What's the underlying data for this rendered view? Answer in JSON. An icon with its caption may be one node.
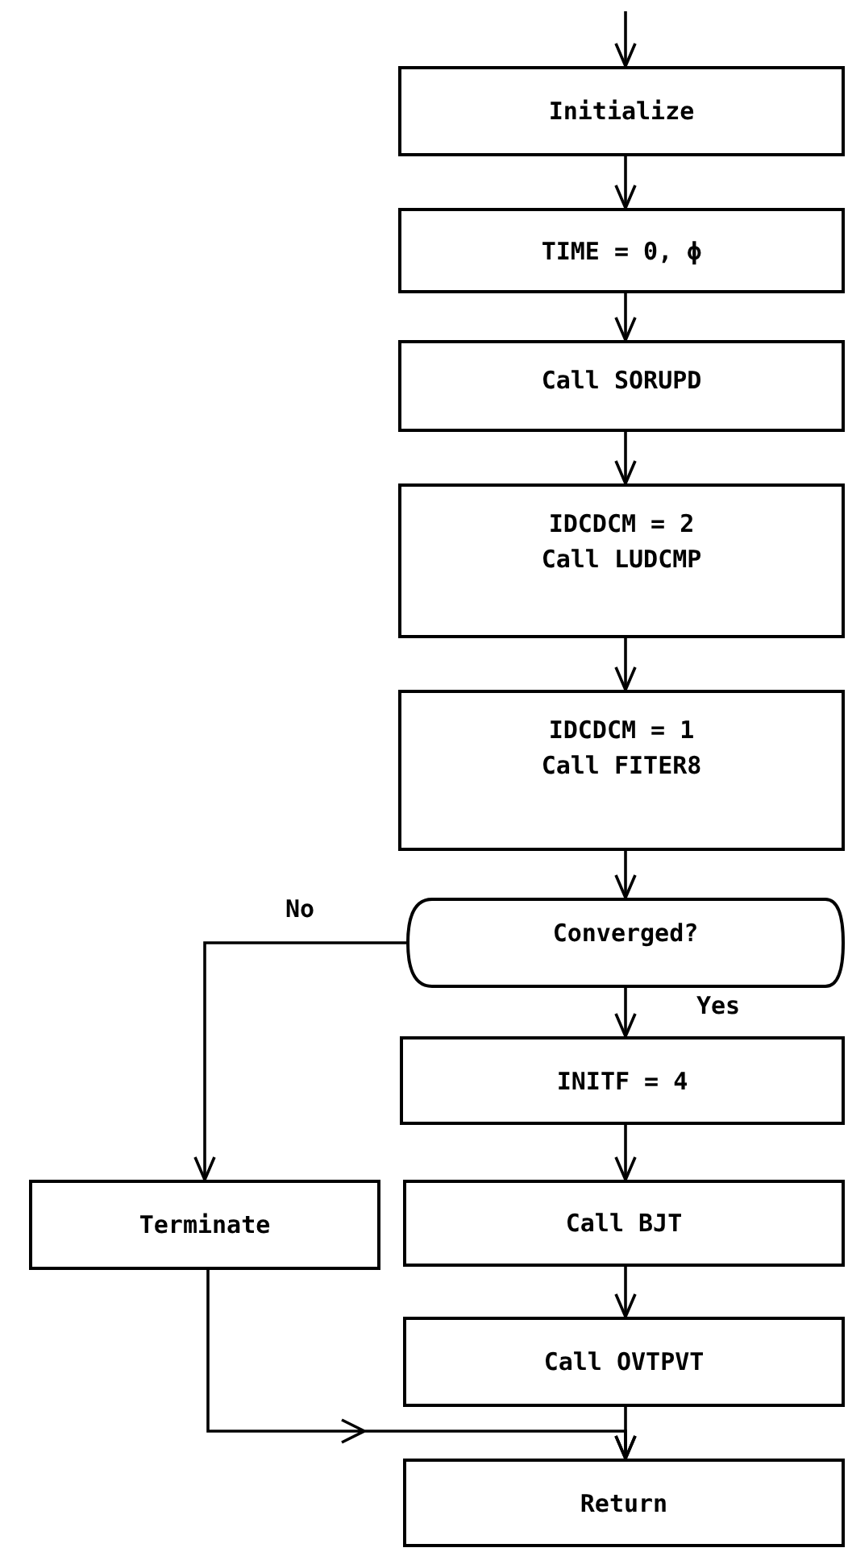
{
  "diagram": {
    "nodes": [
      {
        "text": [
          "Initialize"
        ]
      },
      {
        "text": [
          "TIME = 0, ϕ"
        ]
      },
      {
        "text": [
          "Call SORUPD"
        ]
      },
      {
        "text": [
          "IDCDCM = 2",
          "Call LUDCMP"
        ]
      },
      {
        "text": [
          "IDCDCM = 1",
          "Call FITER8"
        ]
      },
      {
        "text": [
          "Converged?"
        ]
      },
      {
        "text": [
          "INITF = 4"
        ]
      },
      {
        "text": [
          "Terminate"
        ]
      },
      {
        "text": [
          "Call BJT"
        ]
      },
      {
        "text": [
          "Call OVTPVT"
        ]
      },
      {
        "text": [
          "Return"
        ]
      }
    ],
    "edges": [
      {
        "from": null,
        "to": 0,
        "arrow": "to"
      },
      {
        "from": 0,
        "to": 1,
        "arrow": "to"
      },
      {
        "from": 1,
        "to": 2,
        "arrow": "to"
      },
      {
        "from": 2,
        "to": 3,
        "arrow": "to"
      },
      {
        "from": 3,
        "to": 4,
        "arrow": "to"
      },
      {
        "from": 4,
        "to": 5,
        "arrow": "to"
      },
      {
        "from": 5,
        "to": 7,
        "arrow": "to",
        "label": "No"
      },
      {
        "from": 5,
        "to": 6,
        "arrow": "to",
        "label": "Yes"
      },
      {
        "from": 6,
        "to": 8,
        "arrow": "to"
      },
      {
        "from": 8,
        "to": 9,
        "arrow": "to"
      },
      {
        "from": 9,
        "to": 10,
        "arrow": "to"
      },
      {
        "from": 7,
        "to": 10,
        "arrow": "to"
      }
    ]
  }
}
